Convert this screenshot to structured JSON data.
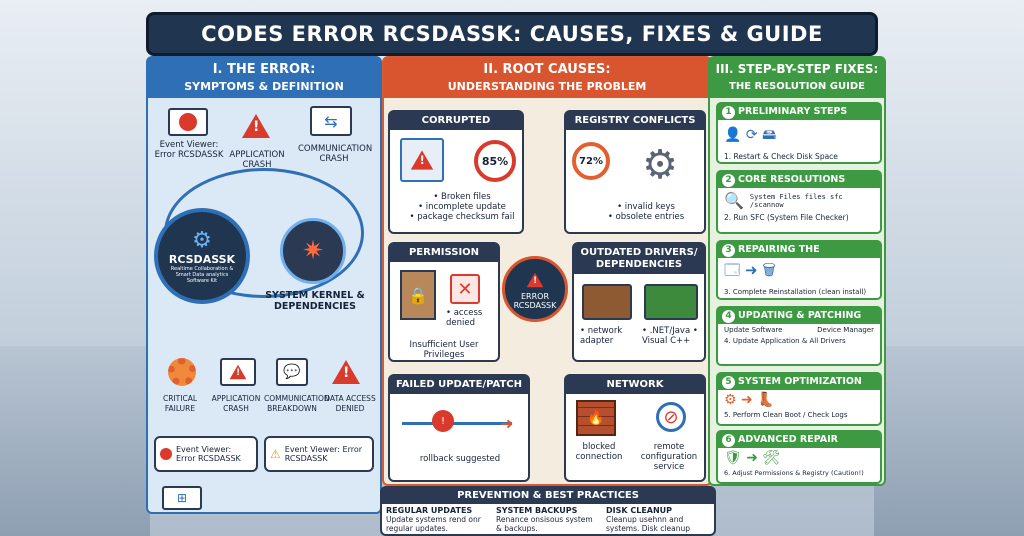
{
  "title": "CODES ERROR RCSDASSK: CAUSES, FIXES & GUIDE",
  "colors": {
    "blue": "#2f6fb6",
    "orange": "#d8552f",
    "green": "#3d9a43",
    "navy": "#1f3550"
  },
  "col1": {
    "header_line1": "I. THE ERROR:",
    "header_line2": "SYMPTOMS & DEFINITION",
    "event_viewer_top": "Event Viewer: Error RCSDASSK",
    "app_crash_top": "APPLICATION CRASH",
    "comm_crash_top": "COMMUNICATION CRASH",
    "center_name": "RCSDASSK",
    "center_sub": "Realtime Collaboration & Smart Data analytics Software Kit",
    "kernel": "SYSTEM KERNEL & DEPENDENCIES",
    "symptoms": [
      "CRITICAL FAILURE",
      "APPLICATION CRASH",
      "COMMUNICATION BREAKDOWN",
      "DATA ACCESS DENIED"
    ],
    "event_bottom_1": "Event Viewer: Error RCSDASSK",
    "event_bottom_2": "Event Viewer: Error RCSDASSK"
  },
  "col2": {
    "header_line1": "II. ROOT CAUSES:",
    "header_line2": "UNDERSTANDING THE PROBLEM",
    "corrupted": {
      "title": "CORRUPTED INSTALLATION",
      "pct": "85%",
      "bullets": [
        "• Broken files",
        "• incomplete update",
        "• package checksum fail"
      ]
    },
    "registry": {
      "title": "REGISTRY CONFLICTS",
      "pct": "72%",
      "bullets": [
        "• invalid keys",
        "• obsolete entries"
      ]
    },
    "permission": {
      "title": "PERMISSION ISSUES",
      "bullet": "• access denied",
      "caption": "Insufficient User Privileges"
    },
    "center": "ERROR RCSDASSK",
    "drivers": {
      "title": "OUTDATED DRIVERS/ DEPENDENCIES",
      "a": "• network adapter",
      "b": "• .NET/Java • Visual C++"
    },
    "failed": {
      "title": "FAILED UPDATE/PATCH",
      "caption": "rollback suggested"
    },
    "network": {
      "title": "NETWORK RESTRICTIONS",
      "a": "blocked connection",
      "b": "remote configuration service"
    }
  },
  "col3": {
    "header_line1": "III. STEP-BY-STEP FIXES:",
    "header_line2": "THE RESOLUTION GUIDE",
    "steps": [
      {
        "n": "1",
        "title": "PRELIMINARY STEPS",
        "text": "1. Restart & Check Disk Space"
      },
      {
        "n": "2",
        "title": "CORE RESOLUTIONS",
        "text": "2. Run SFC (System File Checker)",
        "extra": "System Files files sfc /scannow"
      },
      {
        "n": "3",
        "title": "REPAIRING THE SOFTWARE",
        "text": "3. Complete Reinstallation (clean install)"
      },
      {
        "n": "4",
        "title": "UPDATING & PATCHING",
        "text": "4. Update Application & All Drivers",
        "a": "Update Software",
        "b": "Device Manager"
      },
      {
        "n": "5",
        "title": "SYSTEM OPTIMIZATION",
        "text": "5. Perform Clean Boot / Check Logs"
      },
      {
        "n": "6",
        "title": "ADVANCED REPAIR",
        "text": "6. Adjust Permissions & Registry (Caution!)"
      }
    ]
  },
  "prevention": {
    "title": "PREVENTION & BEST PRACTICES",
    "items": [
      {
        "t": "REGULAR UPDATES",
        "d": "Update systems rend onr regular updates."
      },
      {
        "t": "SYSTEM BACKUPS",
        "d": "Renance onsisous system & backups."
      },
      {
        "t": "DISK CLEANUP",
        "d": "Cleanup usehnn and systems. Disk cleanup"
      }
    ]
  }
}
